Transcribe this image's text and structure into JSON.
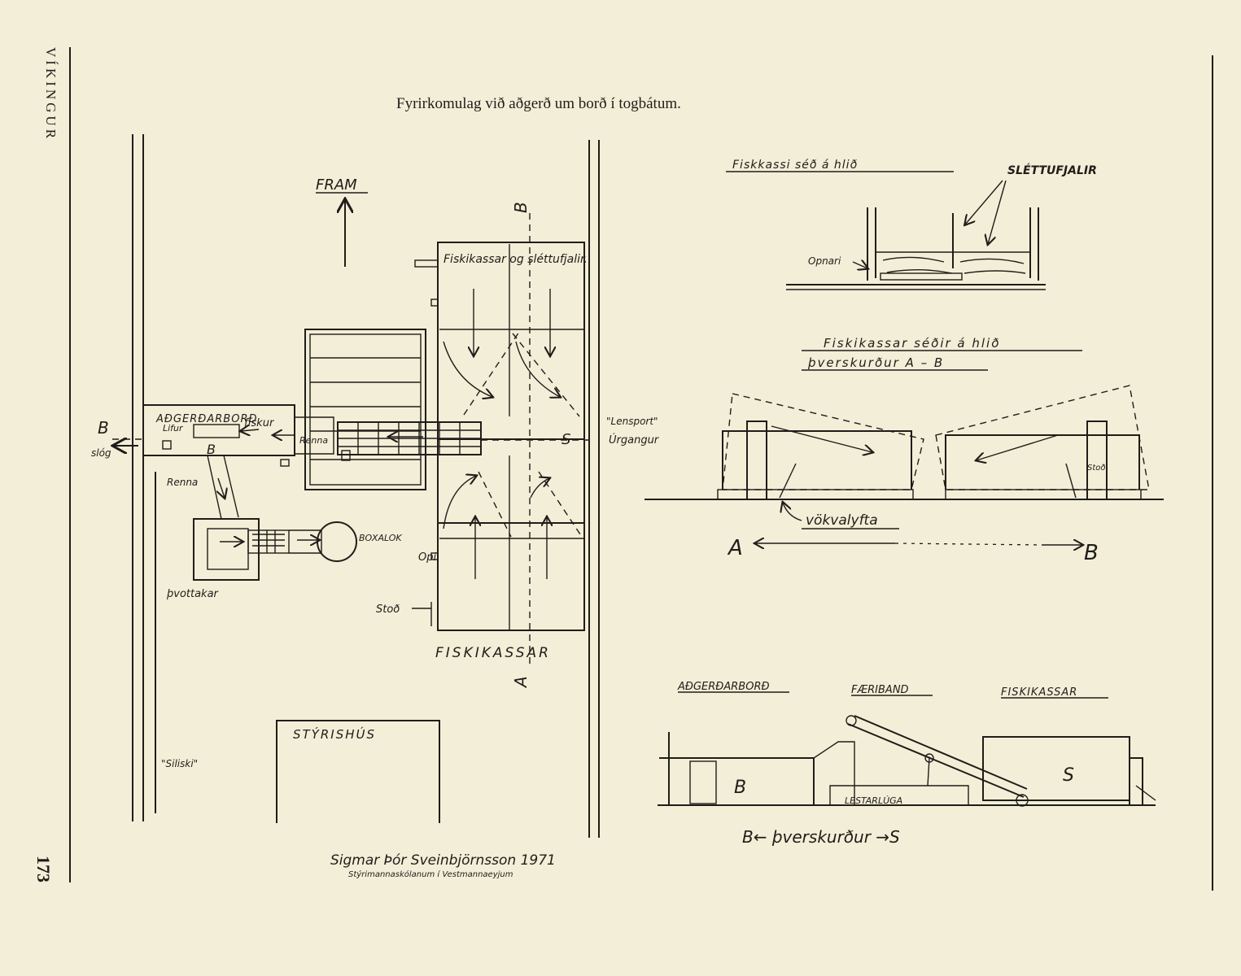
{
  "header": {
    "title": "Fyrirkomulag við aðgerð um borð í togbátum.",
    "journal": "VÍKINGUR",
    "page_number": "173"
  },
  "plan": {
    "fram": "FRAM",
    "adgerdarbord": "AÐGERÐARBORÐ",
    "lifur": "Lifur",
    "fiskur": "fiskur",
    "renna_top": "Renna",
    "renna_side": "Renna",
    "slog": "slóg",
    "b_left": "B",
    "b_table": "B",
    "thvottakar": "þvottakar",
    "boxalok": "BOXALOK",
    "fiskikassar_top": "Fiskikassar og sléttufjalir.",
    "lensport": "\"Lensport\"",
    "urgangur": "Úrgangur",
    "s_label": "S",
    "opi": "Opi",
    "stod": "Stoð",
    "fiskikassar_bottom": "FISKIKASSAR",
    "b_top": "B",
    "a_bottom": "A",
    "styrishus": "STÝRISHÚS",
    "siliski": "\"Siliski\""
  },
  "side_view": {
    "title": "Fiskkassi séð á hlið",
    "slettufjalir": "SLÉTTUFJALIR",
    "opnari": "Opnari"
  },
  "cross_section_ab": {
    "title_line1": "Fiskikassar séðir á hlið",
    "title_line2": "þverskurður A – B",
    "vokvalyfta": "vökvalyfta",
    "stod": "Stoð",
    "a": "A",
    "b": "B"
  },
  "cross_section_bs": {
    "adgerdarbord": "AÐGERÐARBORÐ",
    "faeriband": "FÆRIBAND",
    "fiskikassar": "FISKIKASSAR",
    "b": "B",
    "s": "S",
    "lestarluga": "LESTARLÚGA",
    "caption": "B← þverskurður →S"
  },
  "signature": {
    "line1": "Sigmar Þór Sveinbjörnsson 1971",
    "line2": "Stýrimannaskólanum í Vestmannaeyjum"
  }
}
